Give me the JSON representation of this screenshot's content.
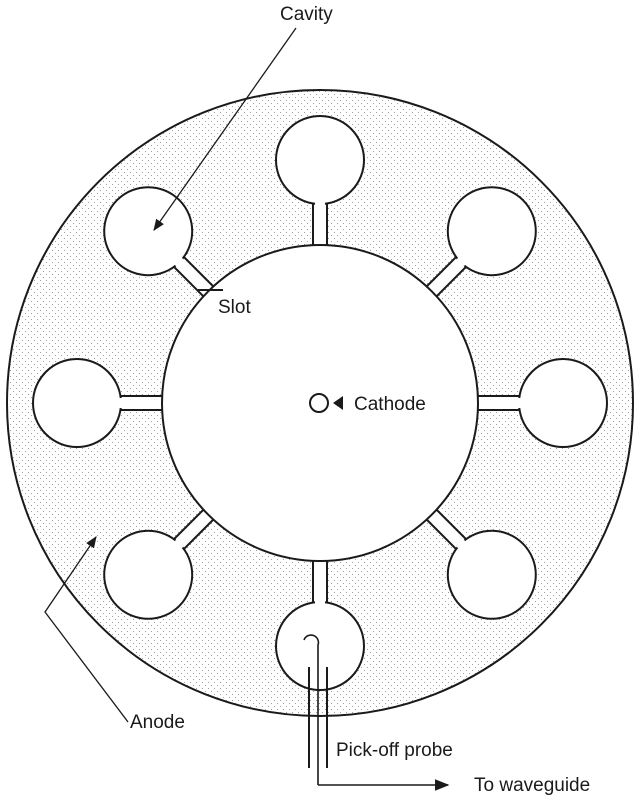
{
  "labels": {
    "cavity": "Cavity",
    "slot": "Slot",
    "cathode": "Cathode",
    "anode": "Anode",
    "pickoff_probe": "Pick-off probe",
    "to_waveguide": "To waveguide"
  },
  "diagram": {
    "cavity_count": 8,
    "anode_fill": "stippled",
    "stroke_color": "#1a1a1a",
    "background_color": "#ffffff",
    "stipple_color": "#8a8a8a"
  }
}
